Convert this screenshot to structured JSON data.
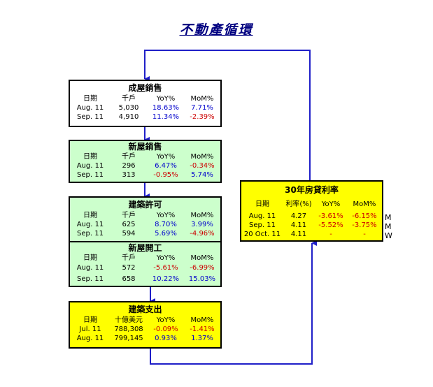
{
  "title": "不動產循環",
  "existing": {
    "title": "成屋銷售",
    "headers": [
      "日期",
      "千戶",
      "YoY%",
      "MoM%"
    ],
    "rows": [
      {
        "date": "Aug. 11",
        "value": "5,030",
        "yoy": "18.63%",
        "mom": "7.71%"
      },
      {
        "date": "Sep. 11",
        "value": "4,910",
        "yoy": "11.34%",
        "mom": "-2.39%"
      }
    ]
  },
  "new_sales": {
    "title": "新屋銷售",
    "headers": [
      "日期",
      "千戶",
      "YoY%",
      "MoM%"
    ],
    "rows": [
      {
        "date": "Aug. 11",
        "value": "296",
        "yoy": "6.47%",
        "mom": "-0.34%"
      },
      {
        "date": "Sep. 11",
        "value": "313",
        "yoy": "-0.95%",
        "mom": "5.74%"
      }
    ]
  },
  "permits": {
    "title": "建築許可",
    "headers": [
      "日期",
      "千戶",
      "YoY%",
      "MoM%"
    ],
    "rows": [
      {
        "date": "Aug. 11",
        "value": "625",
        "yoy": "8.70%",
        "mom": "3.99%"
      },
      {
        "date": "Sep. 11",
        "value": "594",
        "yoy": "5.69%",
        "mom": "-4.96%"
      }
    ]
  },
  "starts": {
    "title": "新屋開工",
    "headers": [
      "日期",
      "千戶",
      "YoY%",
      "MoM%"
    ],
    "rows": [
      {
        "date": "Aug. 11",
        "value": "572",
        "yoy": "-5.61%",
        "mom": "-6.99%"
      },
      {
        "date": "Sep. 11",
        "value": "658",
        "yoy": "10.22%",
        "mom": "15.03%"
      }
    ]
  },
  "spending": {
    "title": "建築支出",
    "headers": [
      "日期",
      "十億美元",
      "YoY%",
      "MoM%"
    ],
    "rows": [
      {
        "date": "Jul. 11",
        "value": "788,308",
        "yoy": "-0.09%",
        "mom": "-1.41%"
      },
      {
        "date": "Aug. 11",
        "value": "799,145",
        "yoy": "0.93%",
        "mom": "1.37%"
      }
    ]
  },
  "mortgage": {
    "title": "30年房貸利率",
    "headers": [
      "日期",
      "利率(%)",
      "YoY%",
      "MoM%"
    ],
    "rows": [
      {
        "date": "Aug. 11",
        "value": "4.27",
        "yoy": "-3.61%",
        "mom": "-6.15%",
        "freq": "M"
      },
      {
        "date": "Sep. 11",
        "value": "4.11",
        "yoy": "-5.52%",
        "mom": "-3.75%",
        "freq": "M"
      },
      {
        "date": "20 Oct. 11",
        "value": "4.11",
        "yoy": "-",
        "mom": "-",
        "freq": "W"
      }
    ]
  },
  "colors": {
    "arrow": "#1f1fc8",
    "positive": "#0000cc",
    "negative": "#cc0000",
    "green_box": "#ccffcc",
    "yellow_box": "#ffff00"
  }
}
